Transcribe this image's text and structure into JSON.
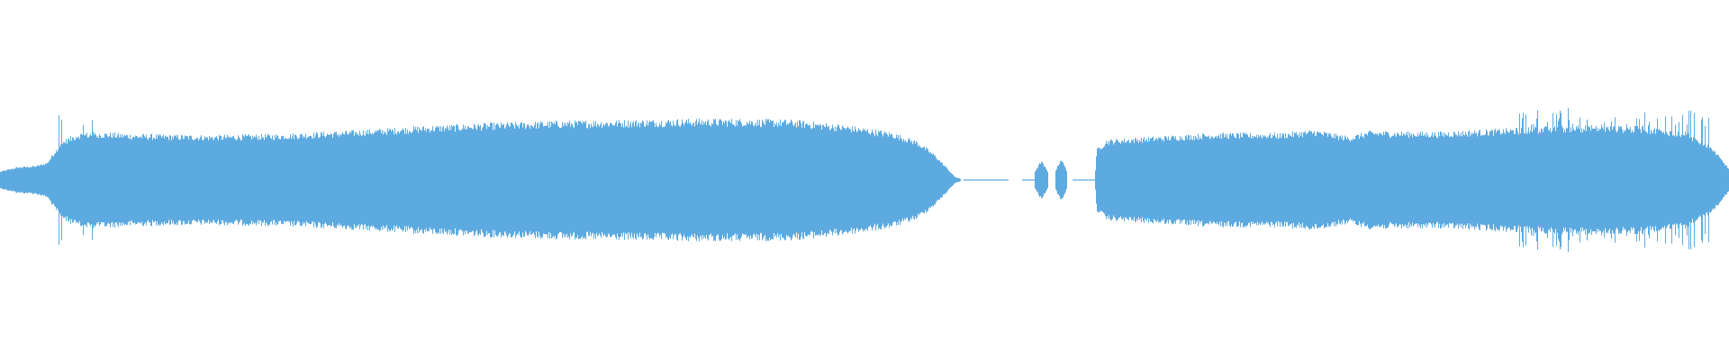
{
  "waveform": {
    "color": "#5DAAE0",
    "background": "#FFFFFF",
    "amplitude_envelope": [
      [
        0.0,
        0.08
      ],
      [
        0.01,
        0.12
      ],
      [
        0.02,
        0.13
      ],
      [
        0.027,
        0.16
      ],
      [
        0.032,
        0.28
      ],
      [
        0.037,
        0.37
      ],
      [
        0.045,
        0.43
      ],
      [
        0.055,
        0.44
      ],
      [
        0.08,
        0.42
      ],
      [
        0.12,
        0.41
      ],
      [
        0.16,
        0.42
      ],
      [
        0.2,
        0.45
      ],
      [
        0.24,
        0.49
      ],
      [
        0.28,
        0.52
      ],
      [
        0.32,
        0.54
      ],
      [
        0.36,
        0.55
      ],
      [
        0.4,
        0.56
      ],
      [
        0.43,
        0.56
      ],
      [
        0.46,
        0.55
      ],
      [
        0.49,
        0.5
      ],
      [
        0.515,
        0.44
      ],
      [
        0.53,
        0.36
      ],
      [
        0.54,
        0.24
      ],
      [
        0.547,
        0.12
      ],
      [
        0.552,
        0.03
      ],
      [
        0.557,
        0.0
      ],
      [
        0.6,
        0.0
      ],
      [
        0.633,
        0.0
      ],
      [
        0.634,
        0.28
      ],
      [
        0.64,
        0.37
      ],
      [
        0.66,
        0.39
      ],
      [
        0.7,
        0.43
      ],
      [
        0.74,
        0.43
      ],
      [
        0.76,
        0.46
      ],
      [
        0.78,
        0.4
      ],
      [
        0.792,
        0.45
      ],
      [
        0.83,
        0.44
      ],
      [
        0.87,
        0.47
      ],
      [
        0.91,
        0.5
      ],
      [
        0.95,
        0.49
      ],
      [
        0.975,
        0.44
      ],
      [
        0.99,
        0.3
      ],
      [
        1.0,
        0.1
      ]
    ],
    "silent_segments": [
      [
        0.557,
        0.583
      ],
      [
        0.591,
        0.598
      ],
      [
        0.62,
        0.633
      ]
    ],
    "bursts": [
      [
        0.598,
        0.606,
        0.18
      ],
      [
        0.61,
        0.617,
        0.2
      ]
    ],
    "spike_regions": [
      [
        0.033,
        0.056,
        0.55
      ],
      [
        0.875,
        0.99,
        0.58
      ]
    ]
  }
}
